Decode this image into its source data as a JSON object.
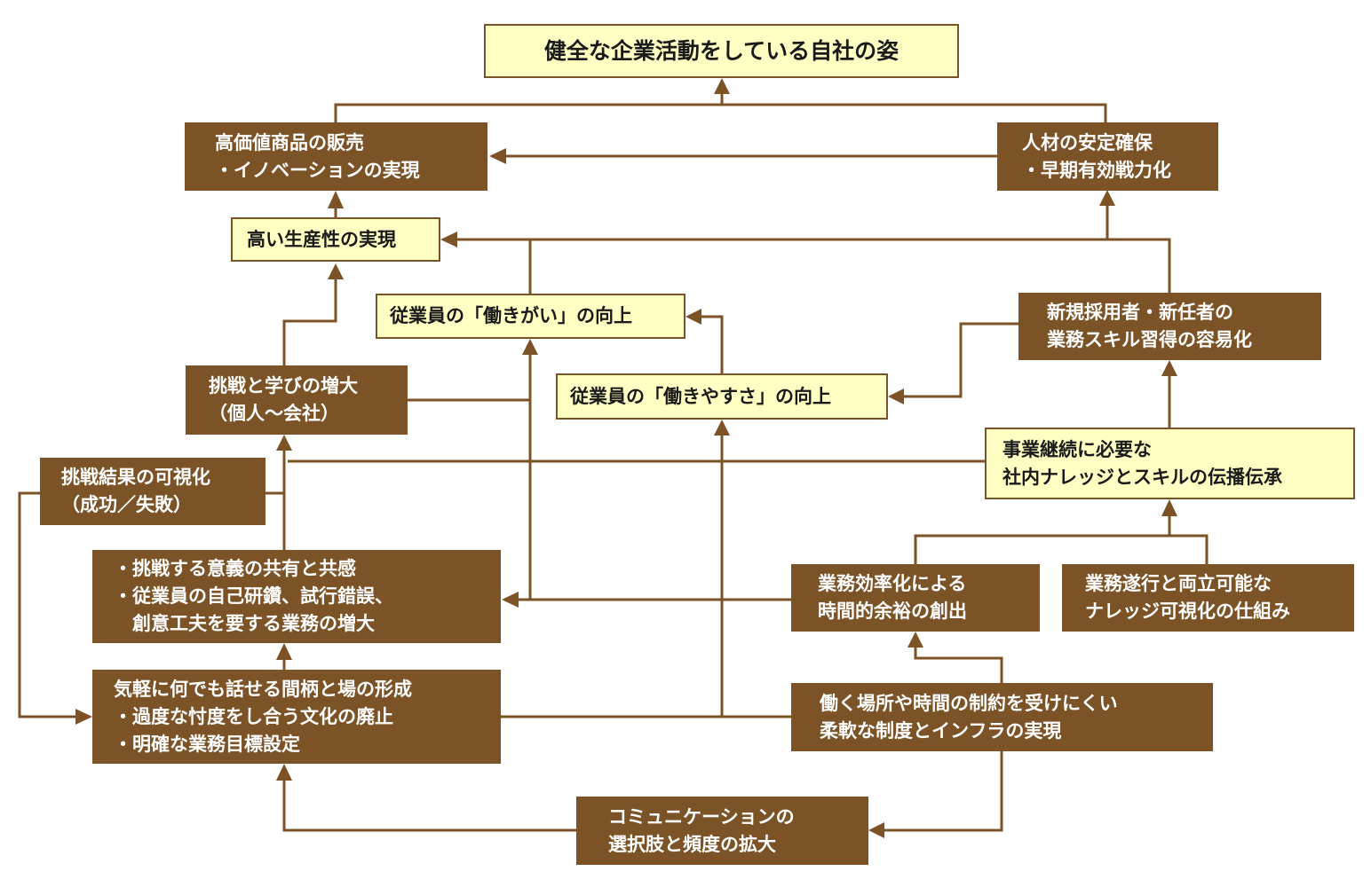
{
  "nodes": {
    "goal": [
      "健全な企業活動をしている自社の姿"
    ],
    "sales": [
      "高価値商品の販売",
      "・イノベーションの実現"
    ],
    "talent": [
      "人材の安定確保",
      "・早期有効戦力化"
    ],
    "productivity": [
      "高い生産性の実現"
    ],
    "engagement": [
      "従業員の「働きがい」の向上"
    ],
    "newhire": [
      "新規採用者・新任者の",
      "業務スキル習得の容易化"
    ],
    "challenge": [
      "挑戦と学びの増大",
      "（個人～会社）"
    ],
    "workability": [
      "従業員の「働きやすさ」の向上"
    ],
    "visualize": [
      "挑戦結果の可視化",
      "（成功／失敗）"
    ],
    "knowledge": [
      "事業継続に必要な",
      "社内ナレッジとスキルの伝播伝承"
    ],
    "meaning": [
      "・挑戦する意義の共有と共感",
      "・従業員の自己研鑽、試行錯誤、",
      "　創意工夫を要する業務の増大"
    ],
    "efficiency": [
      "業務効率化による",
      "時間的余裕の創出"
    ],
    "kvisual": [
      "業務遂行と両立可能な",
      "ナレッジ可視化の仕組み"
    ],
    "culture": [
      "気軽に何でも話せる間柄と場の形成",
      "・過度な忖度をし合う文化の廃止",
      "・明確な業務目標設定"
    ],
    "flexible": [
      "働く場所や時間の制約を受けにくい",
      "柔軟な制度とインフラの実現"
    ],
    "communication": [
      "コミュニケーションの",
      "選択肢と頻度の拡大"
    ]
  },
  "colors": {
    "dark_box": "#7b5327",
    "light_box": "#ffffc4",
    "line": "#7b5327"
  }
}
